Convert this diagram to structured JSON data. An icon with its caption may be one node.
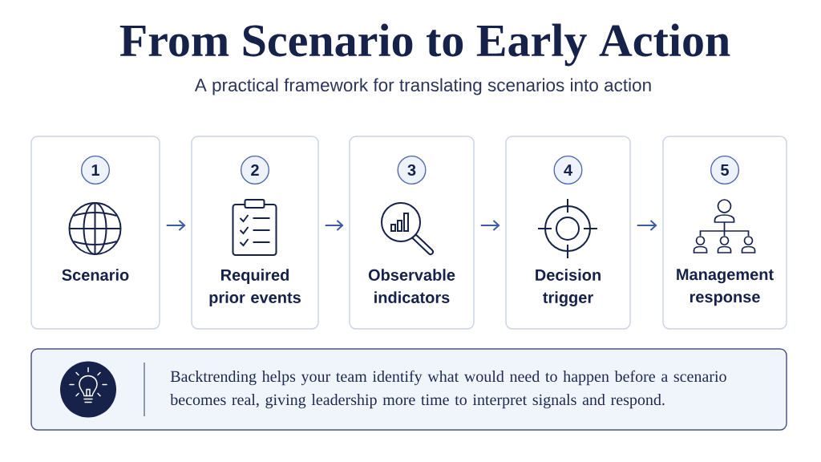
{
  "diagram": {
    "title": "From Scenario to Early Action",
    "nodes": [
      {
        "text": [
          "1",
          "Scenario"
        ]
      },
      {
        "text": [
          "2",
          "Required prior events"
        ]
      },
      {
        "text": [
          "3",
          "Observable indicators"
        ]
      },
      {
        "text": [
          "4",
          "Decision trigger"
        ]
      },
      {
        "text": [
          "5",
          "Management response"
        ]
      },
      {
        "text": [
          "Backtrending helps your team identify what would need to happen before a scenario becomes real, giving leadership more time to interpret signals and respond."
        ]
      }
    ],
    "edges": [
      {
        "from": 0,
        "to": 1,
        "arrow": "to"
      },
      {
        "from": 1,
        "to": 2,
        "arrow": "to"
      },
      {
        "from": 2,
        "to": 3,
        "arrow": "to"
      },
      {
        "from": 3,
        "to": 4,
        "arrow": "to"
      }
    ],
    "labels": [
      "A practical framework for translating scenarios into action"
    ]
  }
}
